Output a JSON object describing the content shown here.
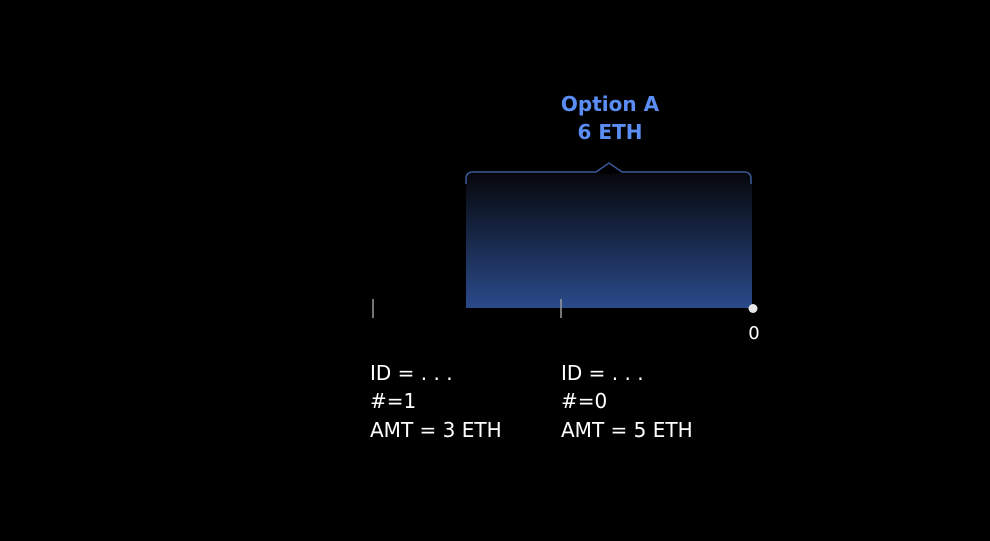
{
  "diagram": {
    "option": {
      "name": "Option A",
      "amount": "6 ETH",
      "color": "#5b8ef5"
    },
    "axis": {
      "end_label": "0",
      "line_color": "#9a9a9a"
    },
    "entries": [
      {
        "id": "ID = . . .",
        "index": "#=1",
        "amount": "AMT = 3 ETH"
      },
      {
        "id": "ID = . . .",
        "index": "#=0",
        "amount": "AMT = 5 ETH"
      }
    ],
    "colors": {
      "background": "#000000",
      "fill_top": "#0b0d14",
      "fill_bottom": "#2a4a8a",
      "bracket": "#3a5a9a",
      "text": "#ffffff"
    }
  }
}
